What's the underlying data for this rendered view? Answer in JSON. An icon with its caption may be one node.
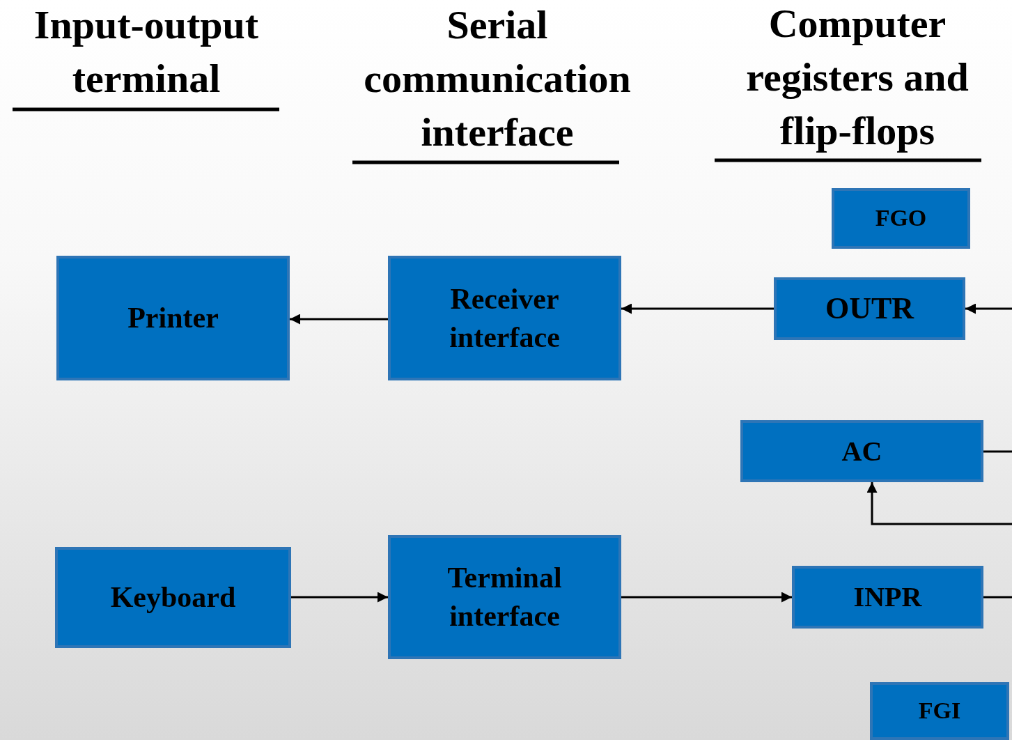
{
  "diagram": {
    "nodes": [
      {
        "text": [
          "FGO"
        ]
      },
      {
        "text": [
          "Printer"
        ]
      },
      {
        "text": [
          "Receiver interface"
        ]
      },
      {
        "text": [
          "OUTR"
        ]
      },
      {
        "text": [
          "AC"
        ]
      },
      {
        "text": [
          "Keyboard"
        ]
      },
      {
        "text": [
          "Terminal interface"
        ]
      },
      {
        "text": [
          "INPR"
        ]
      },
      {
        "text": [
          "FGI"
        ]
      }
    ],
    "edges": [
      {
        "from": 2,
        "to": 1,
        "arrow": "to"
      },
      {
        "from": 3,
        "to": 2,
        "arrow": "to"
      },
      {
        "from": null,
        "to": 3,
        "arrow": "to"
      },
      {
        "from": 4,
        "to": null,
        "arrow": "none"
      },
      {
        "from": null,
        "to": 4,
        "arrow": "to"
      },
      {
        "from": 5,
        "to": 6,
        "arrow": "to"
      },
      {
        "from": 6,
        "to": 7,
        "arrow": "to"
      },
      {
        "from": 7,
        "to": null,
        "arrow": "none"
      }
    ],
    "labels": [
      "Input-output terminal",
      "Serial communication interface",
      "Computer registers and flip-flops"
    ]
  }
}
